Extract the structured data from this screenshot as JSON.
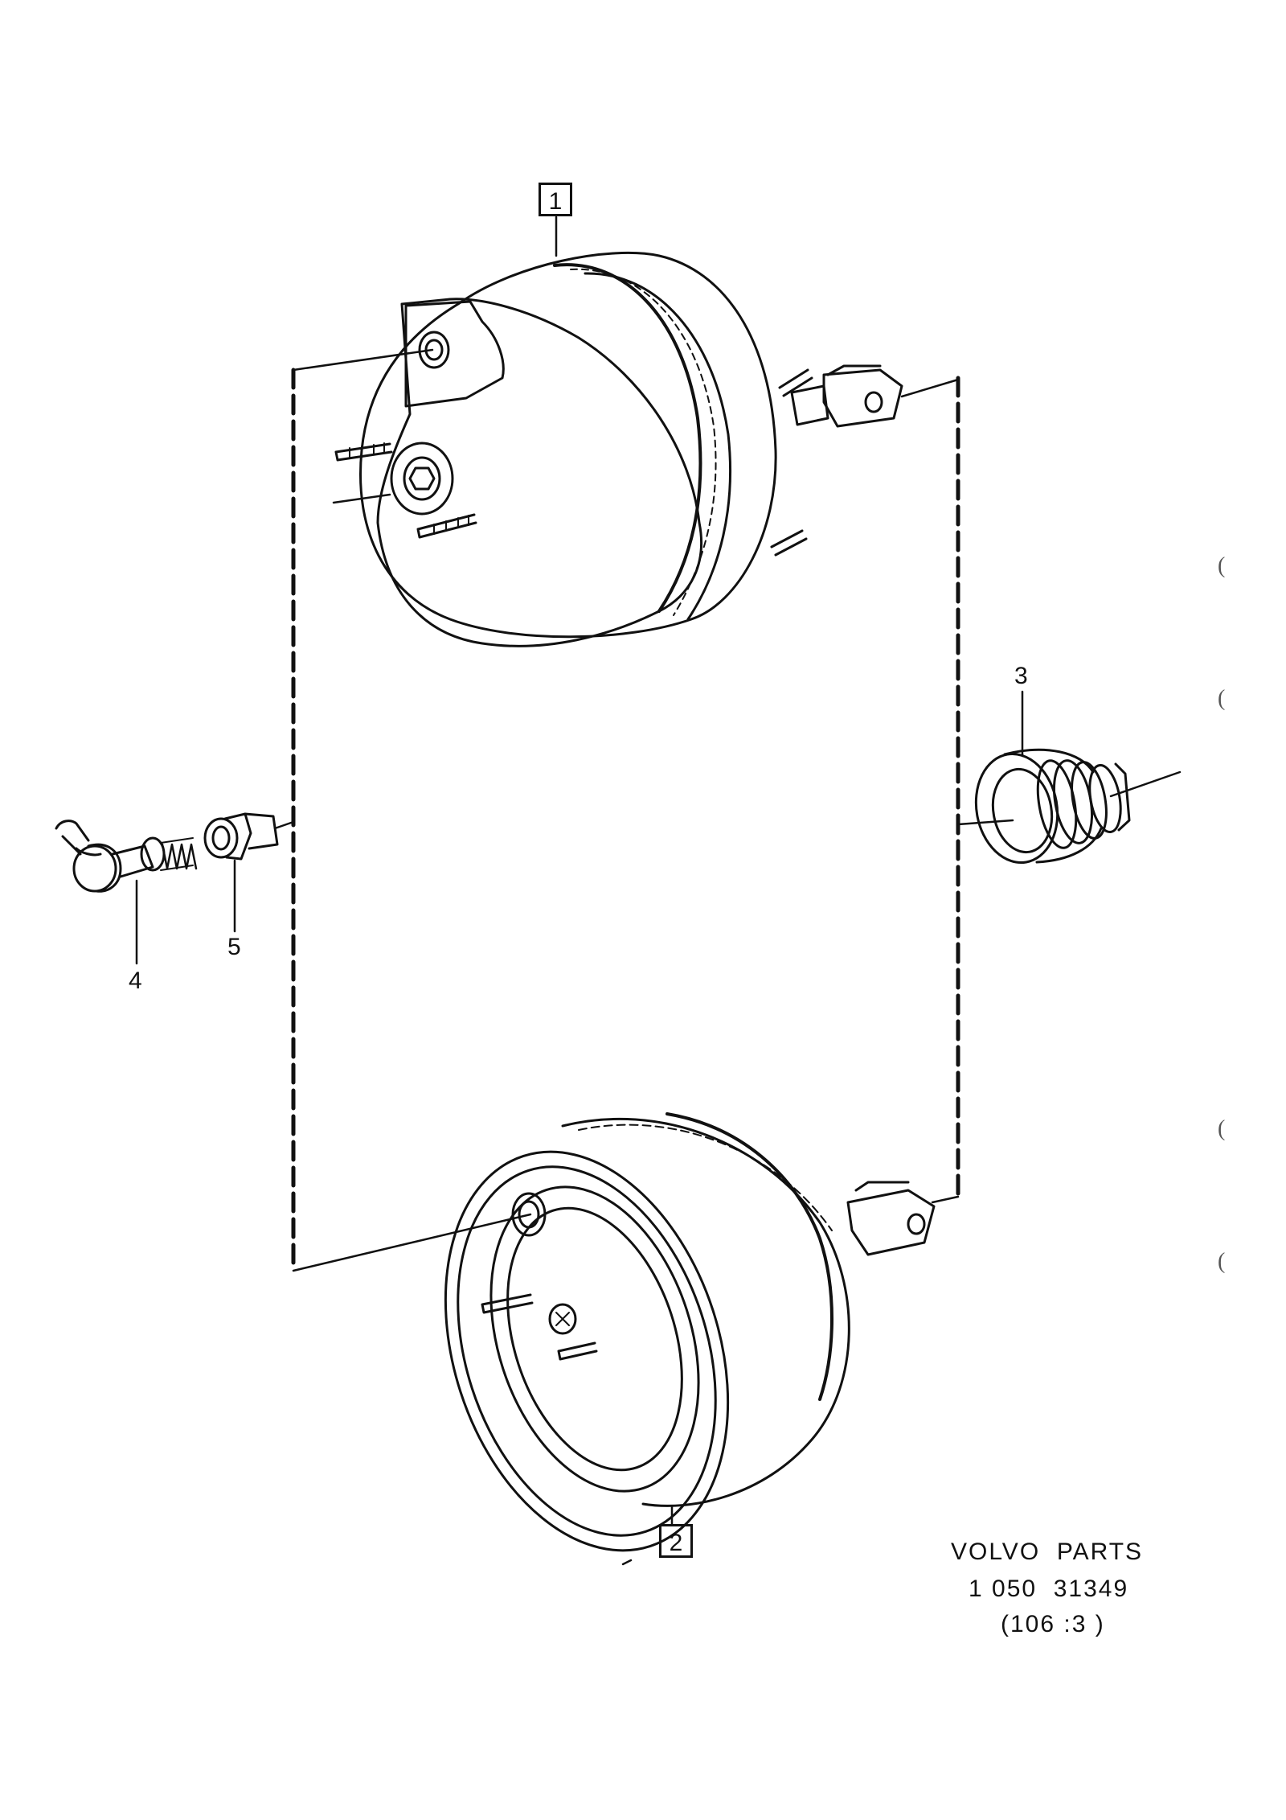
{
  "part_labels": {
    "p1": "1",
    "p2": "2",
    "p3": "3",
    "p4": "4",
    "p5": "5"
  },
  "caption": {
    "line1": "VOLVO  PARTS",
    "line2": "1 050  31349",
    "line3": "(106 :3 )"
  },
  "margin_marks": [
    "(",
    "(",
    "(",
    "("
  ],
  "colors": {
    "ink": "#111111",
    "paper": "#ffffff"
  }
}
